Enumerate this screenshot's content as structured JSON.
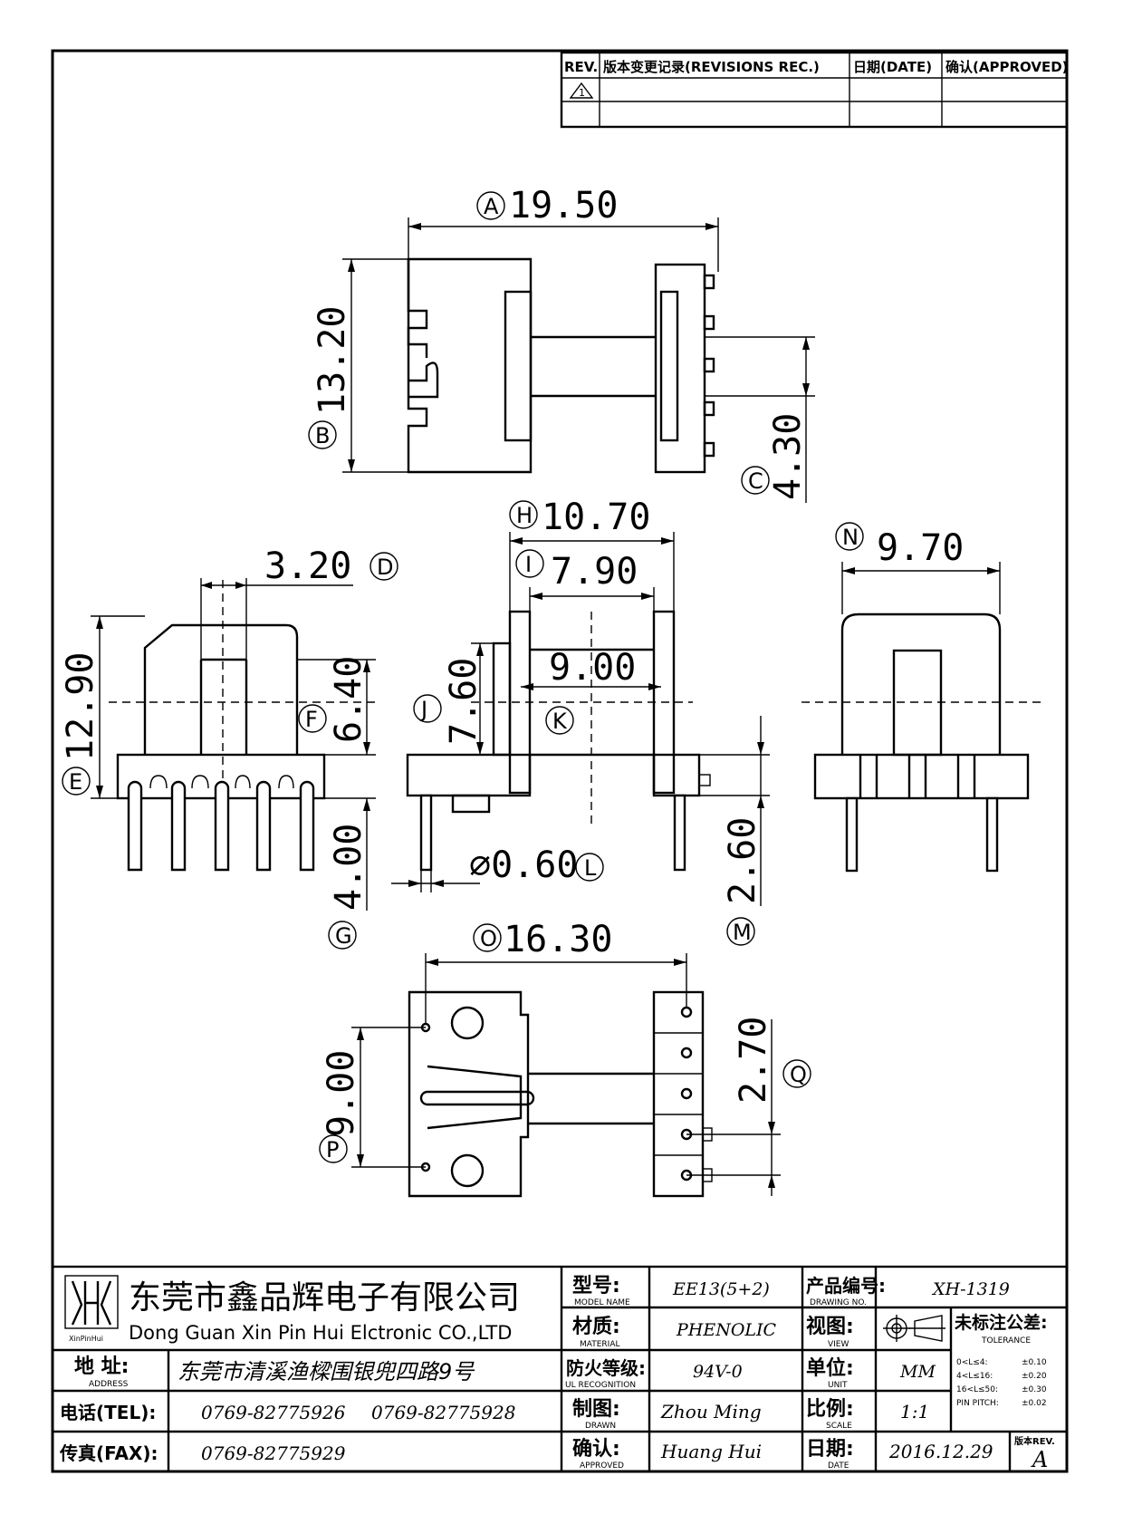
{
  "revision_table": {
    "rev_label": "REV.",
    "record_label": "版本变更记录(REVISIONS REC.)",
    "date_label": "日期(DATE)",
    "approved_label": "确认(APPROVED)",
    "first_rev_mark": "1"
  },
  "dimensions": {
    "A": {
      "tag": "A",
      "value": "19.50"
    },
    "B": {
      "tag": "B",
      "value": "13.20"
    },
    "C": {
      "tag": "C",
      "value": "4.30"
    },
    "D": {
      "tag": "D",
      "value": "3.20"
    },
    "E": {
      "tag": "E",
      "value": "12.90"
    },
    "F": {
      "tag": "F",
      "value": "6.40"
    },
    "G": {
      "tag": "G",
      "value": "4.00"
    },
    "H": {
      "tag": "H",
      "value": "10.70"
    },
    "I": {
      "tag": "I",
      "value": "7.90"
    },
    "J": {
      "tag": "J",
      "value": "7.60"
    },
    "K": {
      "tag": "K",
      "value": "9.00"
    },
    "L": {
      "tag": "L",
      "value": "⌀0.60"
    },
    "M": {
      "tag": "M",
      "value": "2.60"
    },
    "N": {
      "tag": "N",
      "value": "9.70"
    },
    "O": {
      "tag": "O",
      "value": "16.30"
    },
    "P": {
      "tag": "P",
      "value": "9.00"
    },
    "Q": {
      "tag": "Q",
      "value": "2.70"
    }
  },
  "title_block": {
    "company_cn": "东莞市鑫品辉电子有限公司",
    "company_en": "Dong Guan Xin Pin Hui Elctronic CO.,LTD",
    "logo_text": "XinPinHui",
    "address_label": "地  址:",
    "address_label_en": "ADDRESS",
    "address": "东莞市清溪渔樑围银兜四路9号",
    "tel_label": "电话(TEL):",
    "tel_1": "0769-82775926",
    "tel_2": "0769-82775928",
    "fax_label": "传真(FAX):",
    "fax": "0769-82775929",
    "model_label": "型号:",
    "model_label_en": "MODEL NAME",
    "model": "EE13(5+2)",
    "material_label": "材质:",
    "material_label_en": "MATERIAL",
    "material": "PHENOLIC",
    "ul_label": "防火等级:",
    "ul_label_en": "UL RECOGNITION",
    "ul": "94V-0",
    "drawn_label": "制图:",
    "drawn_label_en": "DRAWN",
    "drawn": "Zhou Ming",
    "approved_label": "确认:",
    "approved_label_en": "APPROVED",
    "approved": "Huang Hui",
    "drawing_no_label": "产品编号:",
    "drawing_no_label_en": "DRAWING NO.",
    "drawing_no": "XH-1319",
    "view_label": "视图:",
    "view_label_en": "VIEW",
    "unit_label": "单位:",
    "unit_label_en": "UNIT",
    "unit": "MM",
    "scale_label": "比例:",
    "scale_label_en": "SCALE",
    "scale": "1:1",
    "date_label": "日期:",
    "date_label_en": "DATE",
    "date": "2016.12.29",
    "tolerance_label": "未标注公差:",
    "tolerance_label_en": "TOLERANCE",
    "tolerances": [
      {
        "range": "0<L≤4:",
        "value": "±0.10"
      },
      {
        "range": "4<L≤16:",
        "value": "±0.20"
      },
      {
        "range": "16<L≤50:",
        "value": "±0.30"
      },
      {
        "range": "PIN PITCH:",
        "value": "±0.02"
      }
    ],
    "rev_label": "版本REV.",
    "rev": "A"
  }
}
